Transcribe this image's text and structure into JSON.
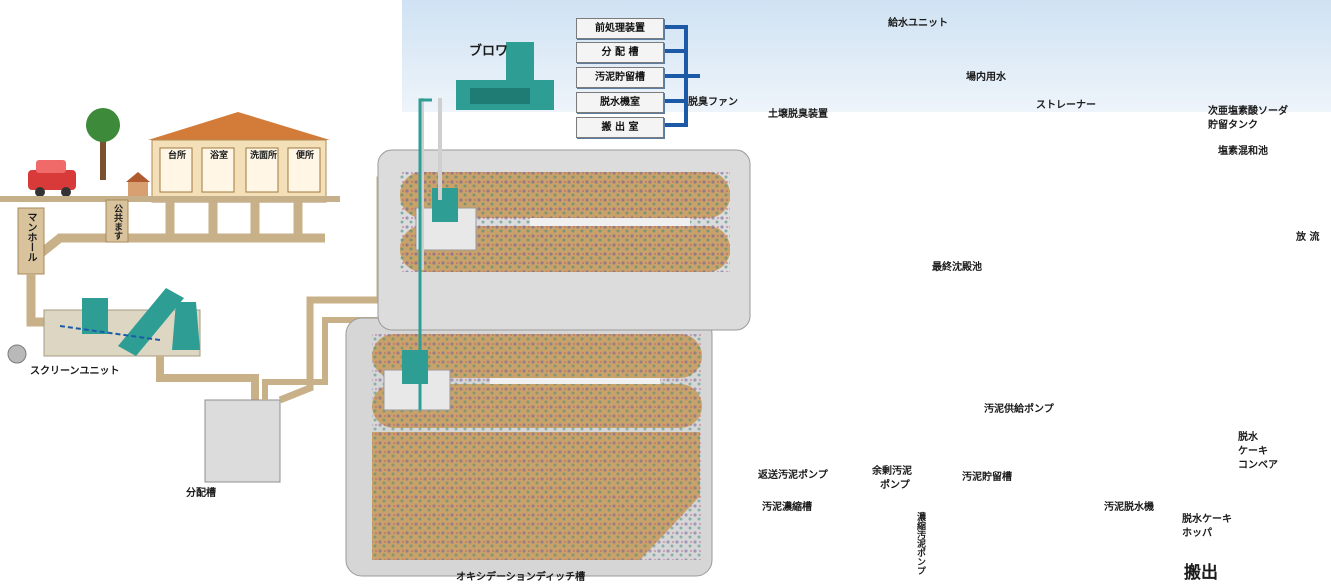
{
  "labels": {
    "blower": "ブロワ",
    "odor_sources": [
      "前処理装置",
      "分 配 槽",
      "汚泥貯留槽",
      "脱水機室",
      "搬 出 室"
    ],
    "deodor_fan": "脱臭ファン",
    "soil_deodorizer": "土壌脱臭装置",
    "water_supply_unit": "給水ユニット",
    "in_plant_water": "場内用水",
    "strainer": "ストレーナー",
    "hypochlorite_tank": [
      "次亜塩素酸ソーダ",
      "貯留タンク"
    ],
    "chlorine_contact_tank": "塩素混和池",
    "discharge": "放 流",
    "final_settling_tank": "最終沈殿池",
    "manhole": "マンホール",
    "inspection_box": "公共ます",
    "house_rooms": [
      "台所",
      "浴室",
      "洗面所",
      "便所"
    ],
    "screen_unit": "スクリーンユニット",
    "distribution_tank": "分配槽",
    "oxidation_ditch": "オキシデーションディッチ槽",
    "return_sludge_pump": "返送汚泥ポンプ",
    "excess_sludge_pump": [
      "余剰汚泥",
      "ポンプ"
    ],
    "sludge_thickening_tank": "汚泥濃縮槽",
    "thickened_sludge_pump": "濃縮汚泥ポンプ",
    "sludge_storage_tank": "汚泥貯留槽",
    "sludge_supply_pump": "汚泥供給ポンプ",
    "sludge_dewaterer": "汚泥脱水機",
    "cake_conveyor": [
      "脱水",
      "ケーキ",
      "コンベア"
    ],
    "cake_hopper": [
      "脱水ケーキ",
      "ホッパ"
    ],
    "carry_out": "搬出"
  },
  "colors": {
    "sky": "#c6dcef",
    "pipe_beige": "#c8b088",
    "pipe_brown": "#5a3020",
    "sludge_sand": "#c8a26a",
    "tank_gray": "#d6d6d6",
    "equipment_teal": "#2e9e95",
    "flow_red": "#e04646",
    "air_blue": "#1c5aa8",
    "soil_green": "#3e8a3a",
    "river_blue": "#4a8fd0",
    "chlorine_pink": "#e58bb5"
  },
  "icons": [
    "house-icon",
    "car-icon",
    "tree-icon",
    "blower-icon",
    "fan-icon",
    "pump-icon",
    "dewatering-machine-icon",
    "truck-icon",
    "mountain-icon",
    "river-icon",
    "stone-icon"
  ]
}
